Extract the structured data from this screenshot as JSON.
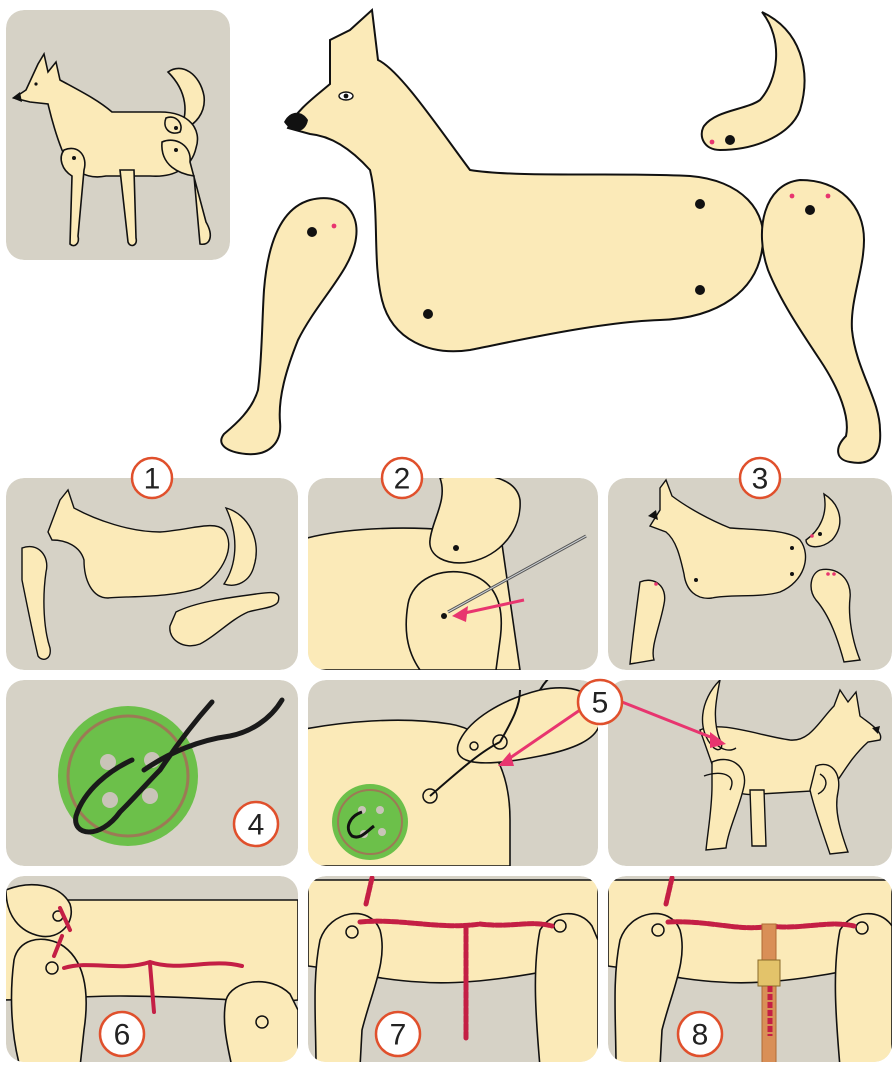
{
  "steps": {
    "s1": "1",
    "s2": "2",
    "s3": "3",
    "s4": "4",
    "s5": "5",
    "s6": "6",
    "s7": "7",
    "s8": "8"
  },
  "colors": {
    "panel_bg": "#d6d2c6",
    "body_fill": "#fbeab8",
    "outline": "#111111",
    "marker": "#e8356f",
    "thread": "#c41f45",
    "button_green": "#6cc04a",
    "button_rim": "#9c7a55",
    "badge_ring": "#e0502c",
    "stick": "#d98f57"
  }
}
